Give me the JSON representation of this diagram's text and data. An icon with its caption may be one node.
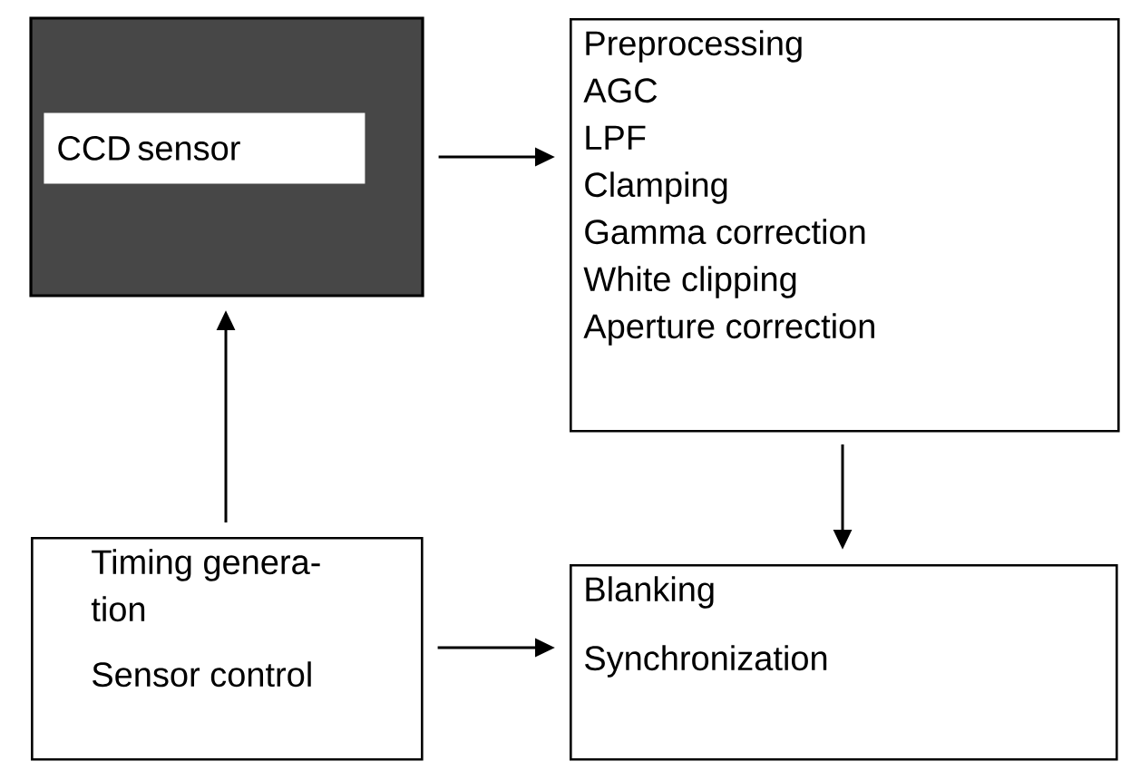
{
  "diagram": {
    "nodes": [
      {
        "text": [],
        "shape": "box"
      },
      {
        "text": [
          "CCD sensor"
        ],
        "in": 0
      },
      {
        "text": [
          "Preprocessing",
          "AGC",
          "LPF",
          "Clamping",
          "Gamma correction",
          "White clipping",
          "Aperture correction"
        ]
      },
      {
        "text": [
          "Timing genera- tion",
          "Sensor control"
        ]
      },
      {
        "text": [
          "Blanking",
          "Synchronization"
        ]
      }
    ],
    "edges": [
      {
        "from": 0,
        "to": 2,
        "arrow": "to"
      },
      {
        "from": 3,
        "to": 0,
        "arrow": "to"
      },
      {
        "from": 2,
        "to": 4,
        "arrow": "to"
      },
      {
        "from": 3,
        "to": 4,
        "arrow": "to"
      }
    ]
  }
}
